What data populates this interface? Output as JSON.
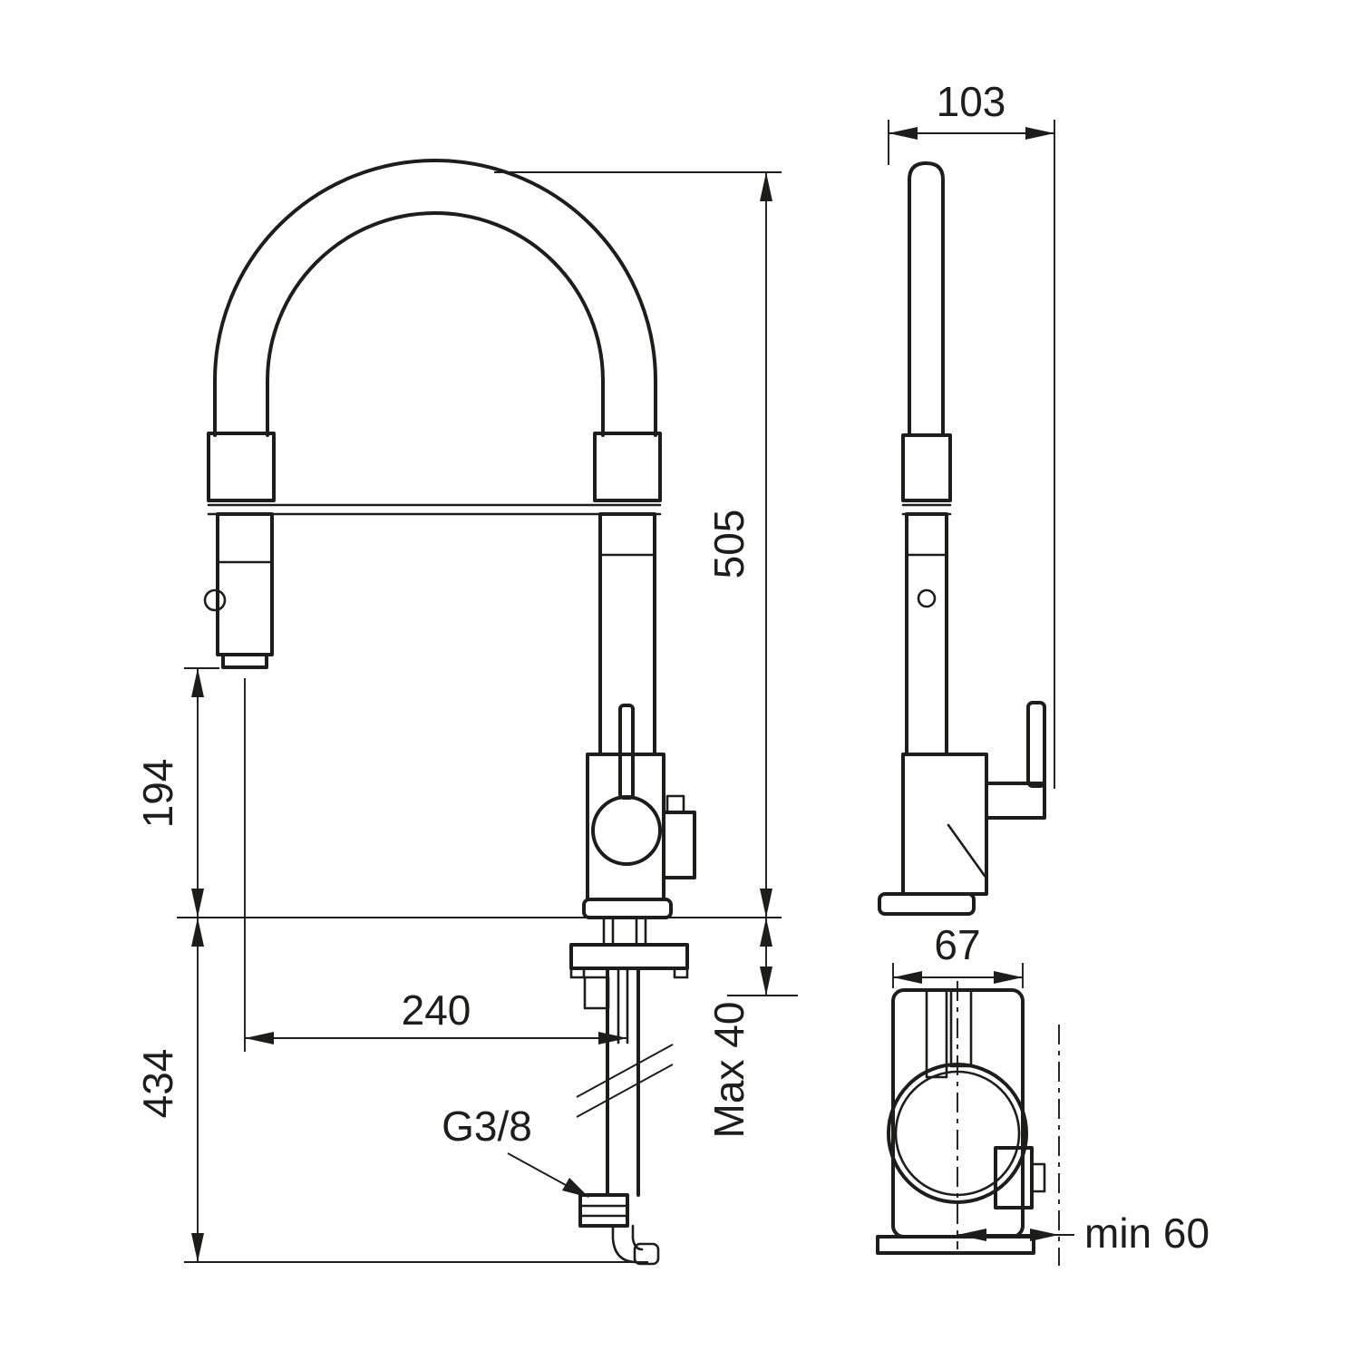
{
  "page": {
    "background": "#ffffff",
    "line_color": "#1d1d1b",
    "type": "technical-dimension-drawing",
    "subject": "kitchen-mixer-faucet-with-pullout-spray"
  },
  "dimensions": {
    "front": {
      "overall_height": "505",
      "outlet_height": "194",
      "spout_reach": "240",
      "below_deck": "434",
      "deck_thickness": "Max 40",
      "connection": "G3/8"
    },
    "side": {
      "depth": "103"
    },
    "top": {
      "width": "67",
      "min_wall_distance": "min 60"
    }
  }
}
